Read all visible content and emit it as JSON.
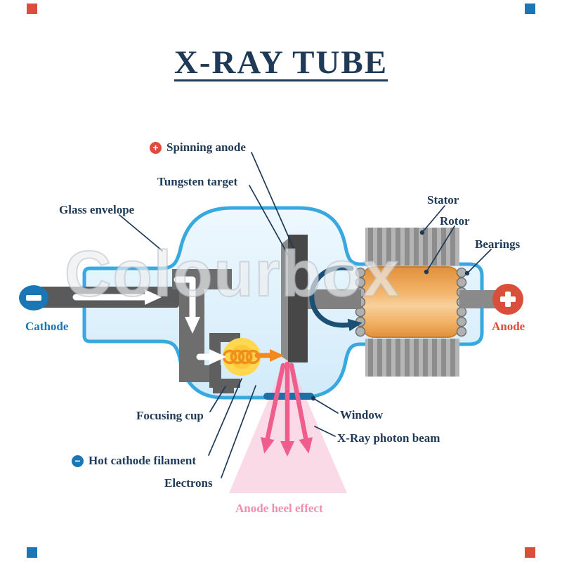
{
  "title": "X-RAY TUBE",
  "watermark": "Colourbox",
  "colors": {
    "ink": "#1f3a57",
    "blue": "#1a76b5",
    "red": "#d94f3b",
    "envelope_stroke": "#38a9e0",
    "envelope_fill_top": "#eef8fe",
    "envelope_fill_bottom": "#d2ebfa",
    "window_blue": "#1e6fa8",
    "beam_pink": "#ee5d8c",
    "heel_fill_pink": "#f7cadb",
    "heel_text_pink": "#ef8fb0",
    "rotor_orange_dark": "#e0903a",
    "rotor_orange_light": "#f8d09c",
    "filament_yellow": "#ffd84f",
    "arrow_orange": "#f5871f",
    "rotation_navy": "#1c4f74"
  },
  "labels": {
    "spinning_anode": "Spinning anode",
    "tungsten_target": "Tungsten target",
    "glass_envelope": "Glass envelope",
    "stator": "Stator",
    "rotor": "Rotor",
    "bearings": "Bearings",
    "cathode": "Cathode",
    "anode": "Anode",
    "focusing_cup": "Focusing cup",
    "window": "Window",
    "xray_photon_beam": "X-Ray photon beam",
    "hot_cathode_filament": "Hot cathode filament",
    "electrons": "Electrons",
    "anode_heel_effect": "Anode heel effect"
  }
}
